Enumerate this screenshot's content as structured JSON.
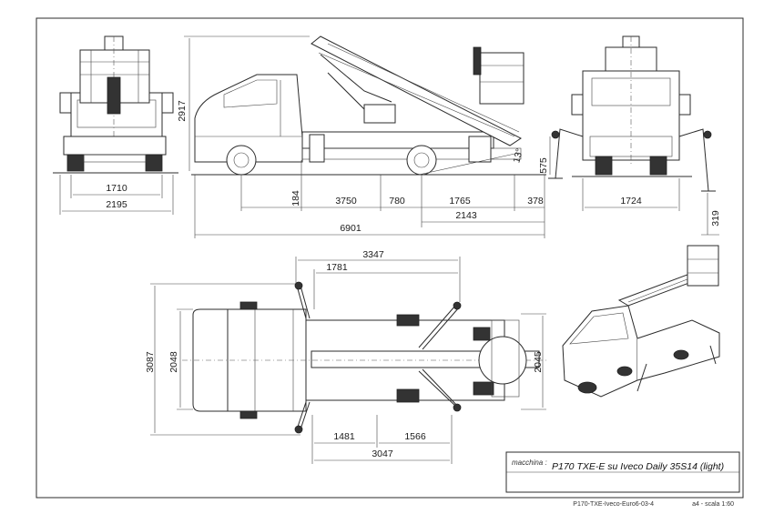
{
  "drawing": {
    "front_view": {
      "width_inner": "1710",
      "width_outer": "2195",
      "height": "2917"
    },
    "side_view": {
      "wheelbase": "3750",
      "ground_clearance": "184",
      "front_overhang_to_turret": "780",
      "turret_to_rear": "1765",
      "rear_overhang": "378",
      "turret_to_end": "2143",
      "total_length": "6901",
      "angle": "13°",
      "stabilizer_height": "575"
    },
    "rear_view": {
      "width": "1724",
      "stabilizer_lift": "319"
    },
    "top_view": {
      "outrigger_span": "3347",
      "outrigger_half": "1781",
      "width_total": "3087",
      "width_body": "2048",
      "rear_span": "2045",
      "lower_left": "1481",
      "lower_right": "1566",
      "lower_total": "3047"
    }
  },
  "title_block": {
    "label": "macchina :",
    "title": "P170 TXE-E su Iveco Daily 35S14  (light)",
    "footer_ref": "P170-TXE-Iveco-Euro6-03-4",
    "footer_scale": "a4 - scala 1:60"
  }
}
